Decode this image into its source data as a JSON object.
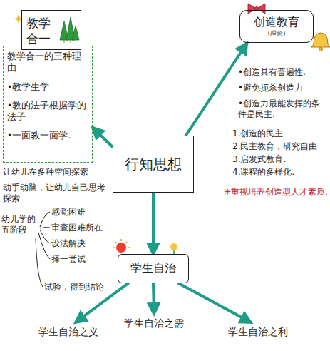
{
  "diagram": {
    "nodes": [
      {
        "text": [
          "教学合一"
        ]
      },
      {
        "text": [
          "教学合一的三种理由",
          "•教学生学",
          "•教的法子根据学的法子",
          "•一面教一面学."
        ]
      },
      {
        "text": [
          "创造教育",
          "(理念)"
        ]
      },
      {
        "text": [
          "行知思想"
        ]
      },
      {
        "text": [
          "学生自治"
        ]
      },
      {
        "text": [
          "学生自治之义"
        ]
      },
      {
        "text": [
          "学生自治之需"
        ]
      },
      {
        "text": [
          "学生自治之利"
        ]
      }
    ],
    "edges": [
      {
        "from": 3,
        "to": 1,
        "arrow": "to"
      },
      {
        "from": 3,
        "to": 2,
        "arrow": "to"
      },
      {
        "from": 3,
        "to": 4,
        "arrow": "to"
      },
      {
        "from": 4,
        "to": 5,
        "arrow": "to"
      },
      {
        "from": 4,
        "to": 6,
        "arrow": "to"
      },
      {
        "from": 4,
        "to": 7,
        "arrow": "to"
      }
    ],
    "labels": [
      "•创造具有普遍性.",
      "•避免扼杀创造力",
      "•创造力最能发挥的条件是民主.",
      "1.创造的民主",
      "2.民主教育，研究自由",
      "3.启发式教育.",
      "4.课程的多样化.",
      "✳重视培养创造型人才素质.",
      "让幼儿在多种空间探索",
      "动手动脑，让幼儿自己思考探索",
      "幼儿学的五阶段",
      "感觉困难",
      "审查困难所在",
      "设法解决",
      "择一尝试",
      "试验，得到结论"
    ]
  }
}
